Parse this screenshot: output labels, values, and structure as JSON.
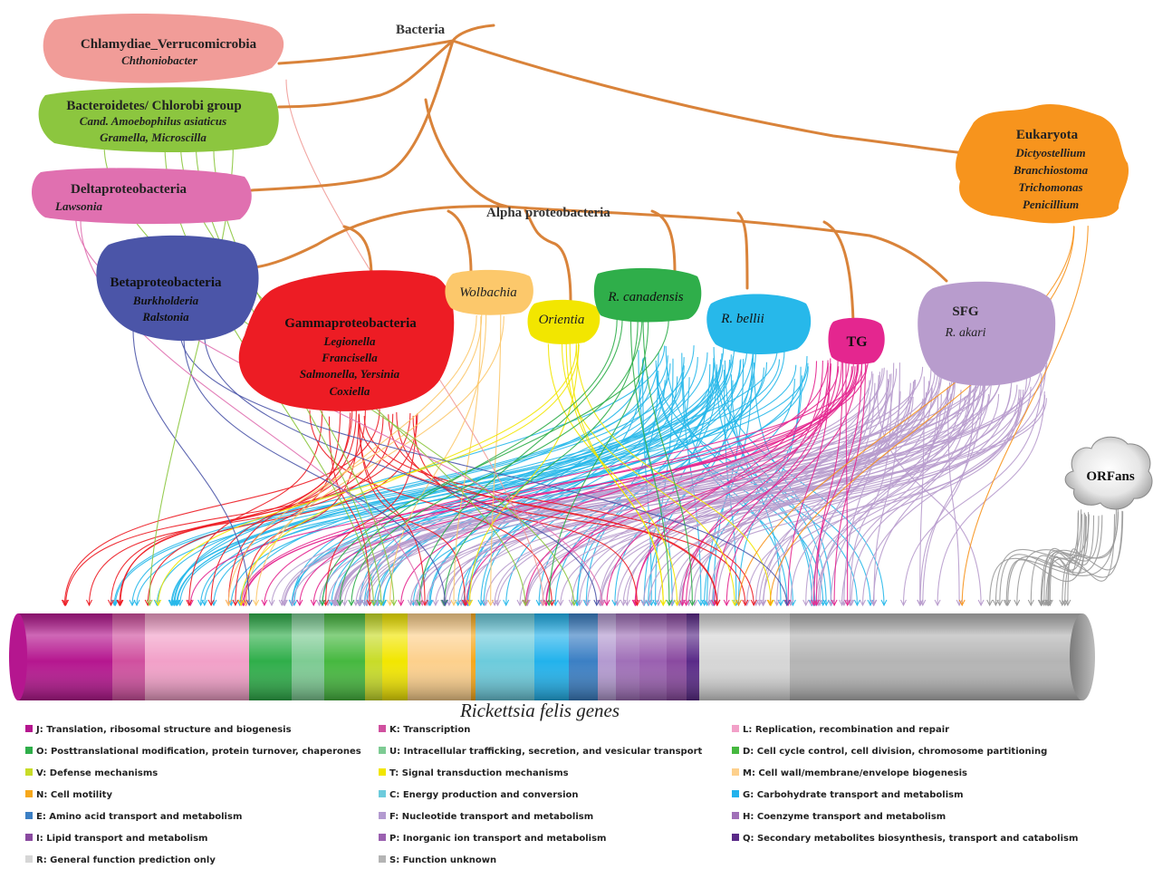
{
  "tree": {
    "bacteria_label": "Bacteria",
    "alpha_label": "Alpha proteobacteria"
  },
  "groups": {
    "chlamydiae": {
      "name": "Chlamydiae_Verrucomicrobia",
      "taxa": [
        "Chthoniobacter"
      ],
      "color": "#f19c98"
    },
    "bacteroidetes": {
      "name": "Bacteroidetes/ Chlorobi group",
      "taxa": [
        "Cand. Amoebophilus asiaticus",
        "Gramella, Microscilla"
      ],
      "color": "#8cc63f"
    },
    "deltaproteo": {
      "name": "Deltaproteobacteria",
      "taxa": [
        "Lawsonia"
      ],
      "color": "#e070b0"
    },
    "betaproteo": {
      "name": "Betaproteobacteria",
      "taxa": [
        "Burkholderia",
        "Ralstonia"
      ],
      "color": "#4b55a8"
    },
    "gammaproteo": {
      "name": "Gammaproteobacteria",
      "taxa": [
        "Legionella",
        "Francisella",
        "Salmonella, Yersinia",
        "Coxiella"
      ],
      "color": "#ed1c24"
    },
    "wolbachia": {
      "name": "Wolbachia",
      "color": "#fcc86b"
    },
    "orientia": {
      "name": "Orientia",
      "color": "#f2e600"
    },
    "r_canadensis": {
      "name": "R. canadensis",
      "color": "#2fae4a"
    },
    "r_bellii": {
      "name": "R. bellii",
      "color": "#27b8ea"
    },
    "tg": {
      "name": "TG",
      "color": "#e4268f"
    },
    "sfg": {
      "name": "SFG",
      "taxa": [
        "R. akari"
      ],
      "color": "#b89ccd"
    },
    "eukaryota": {
      "name": "Eukaryota",
      "taxa": [
        "Dictyostellium",
        "Branchiostoma",
        "Trichomonas",
        "Penicillium"
      ],
      "color": "#f7941d"
    },
    "orfans": {
      "name": "ORFans",
      "color": "#9a9a9a"
    }
  },
  "genome_label": "Rickettsia felis genes",
  "legend": [
    {
      "code": "J",
      "label": "J: Translation, ribosomal structure and biogenesis",
      "color": "#b5168f"
    },
    {
      "code": "K",
      "label": "K: Transcription",
      "color": "#d0509f"
    },
    {
      "code": "L",
      "label": "L: Replication, recombination and repair",
      "color": "#f2a0c8"
    },
    {
      "code": "O",
      "label": "O: Posttranslational modification, protein turnover, chaperones",
      "color": "#2fae4a"
    },
    {
      "code": "U",
      "label": "U: Intracellular trafficking, secretion, and vesicular transport",
      "color": "#7dcb93"
    },
    {
      "code": "D",
      "label": "D: Cell cycle control, cell division, chromosome partitioning",
      "color": "#46b83f"
    },
    {
      "code": "V",
      "label": "V: Defense mechanisms",
      "color": "#c8dc28"
    },
    {
      "code": "T",
      "label": "T: Signal transduction mechanisms",
      "color": "#f2e600"
    },
    {
      "code": "M",
      "label": "M: Cell wall/membrane/envelope biogenesis",
      "color": "#fdd08c"
    },
    {
      "code": "N",
      "label": "N: Cell motility",
      "color": "#f7a81b"
    },
    {
      "code": "C",
      "label": "C: Energy production and conversion",
      "color": "#6ccbdc"
    },
    {
      "code": "G",
      "label": "G: Carbohydrate transport and metabolism",
      "color": "#22b2ec"
    },
    {
      "code": "E",
      "label": "E: Amino acid transport and metabolism",
      "color": "#3b7fc4"
    },
    {
      "code": "F",
      "label": "F: Nucleotide transport and metabolism",
      "color": "#b39ad0"
    },
    {
      "code": "H",
      "label": "H: Coenzyme transport and metabolism",
      "color": "#a070b8"
    },
    {
      "code": "I",
      "label": "I: Lipid transport and metabolism",
      "color": "#8a4aa0"
    },
    {
      "code": "P",
      "label": "P: Inorganic ion transport and metabolism",
      "color": "#9a60b0"
    },
    {
      "code": "Q",
      "label": "Q: Secondary metabolites biosynthesis, transport and catabolism",
      "color": "#5a2a88"
    },
    {
      "code": "R",
      "label": "R: General function prediction only",
      "color": "#d6d6d6"
    },
    {
      "code": "S",
      "label": "S: Function unknown",
      "color": "#b4b4b4"
    }
  ]
}
